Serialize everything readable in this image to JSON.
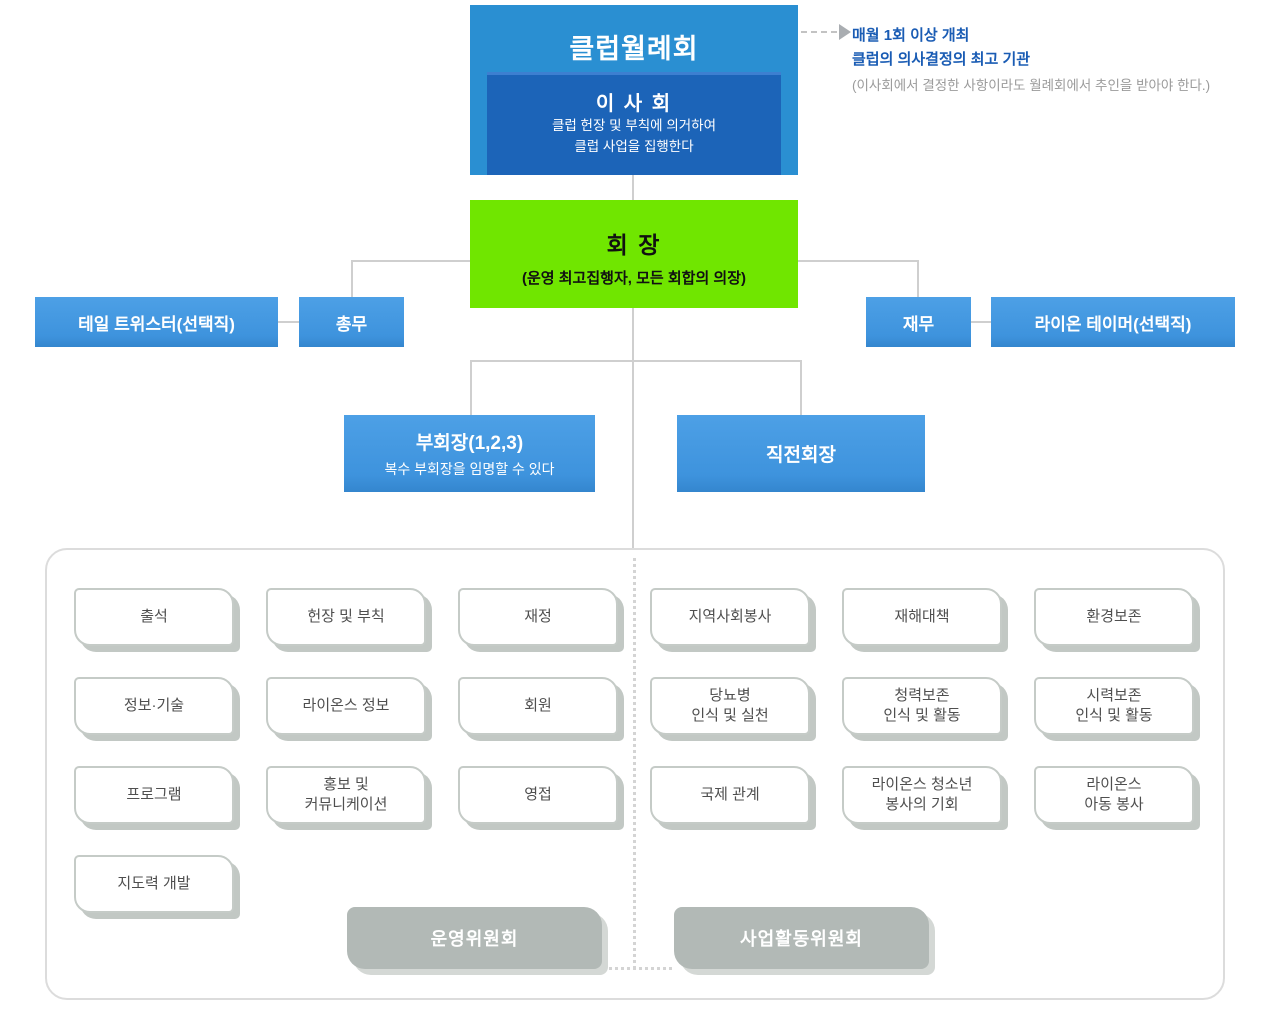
{
  "monthly_meeting": {
    "title": "클럽월례회"
  },
  "board": {
    "title": "이 사 회",
    "line1": "클럽 헌장 및 부칙에 의거하여",
    "line2": "클럽 사업을 집행한다"
  },
  "note": {
    "line1": "매월 1회 이상 개최",
    "line2": "클럽의 의사결정의 최고 기관",
    "line3": "(이사회에서 결정한 사항이라도 월례회에서 추인을 받아야 한다.)"
  },
  "president": {
    "title": "회 장",
    "subtitle": "(운영 최고집행자, 모든 회합의 의장)"
  },
  "officers": {
    "tail_twister": "테일 트위스터(선택직)",
    "secretary": "총무",
    "treasurer": "재무",
    "lion_tamer": "라이온 테이머(선택직)"
  },
  "vice_president": {
    "title": "부회장(1,2,3)",
    "subtitle": "복수 부회장을 임명할 수 있다"
  },
  "past_president": {
    "title": "직전회장"
  },
  "operating_committees": [
    {
      "line1": "출석"
    },
    {
      "line1": "헌장 및 부칙"
    },
    {
      "line1": "재정"
    },
    {
      "line1": "정보·기술"
    },
    {
      "line1": "라이온스 정보"
    },
    {
      "line1": "회원"
    },
    {
      "line1": "프로그램"
    },
    {
      "line1": "홍보 및",
      "line2": "커뮤니케이션"
    },
    {
      "line1": "영접"
    },
    {
      "line1": "지도력 개발"
    }
  ],
  "activity_committees": [
    {
      "line1": "지역사회봉사"
    },
    {
      "line1": "재해대책"
    },
    {
      "line1": "환경보존"
    },
    {
      "line1": "당뇨병",
      "line2": "인식 및 실천"
    },
    {
      "line1": "청력보존",
      "line2": "인식 및 활동"
    },
    {
      "line1": "시력보존",
      "line2": "인식 및 활동"
    },
    {
      "line1": "국제 관계"
    },
    {
      "line1": "라이온스 청소년",
      "line2": "봉사의 기회"
    },
    {
      "line1": "라이온스",
      "line2": "아동 봉사"
    }
  ],
  "committee_groups": {
    "operating": "운영위원회",
    "activity": "사업활동위원회"
  },
  "colors": {
    "brand_blue": "#2a8fd2",
    "board_blue": "#1c64b8",
    "president_green": "#70e600",
    "officer_blue": "#4398e0",
    "note_blue": "#1a5cb4",
    "note_gray": "#9b9b9b",
    "line_gray": "#cfcfcf",
    "committee_gray": "#b2b9b6"
  }
}
